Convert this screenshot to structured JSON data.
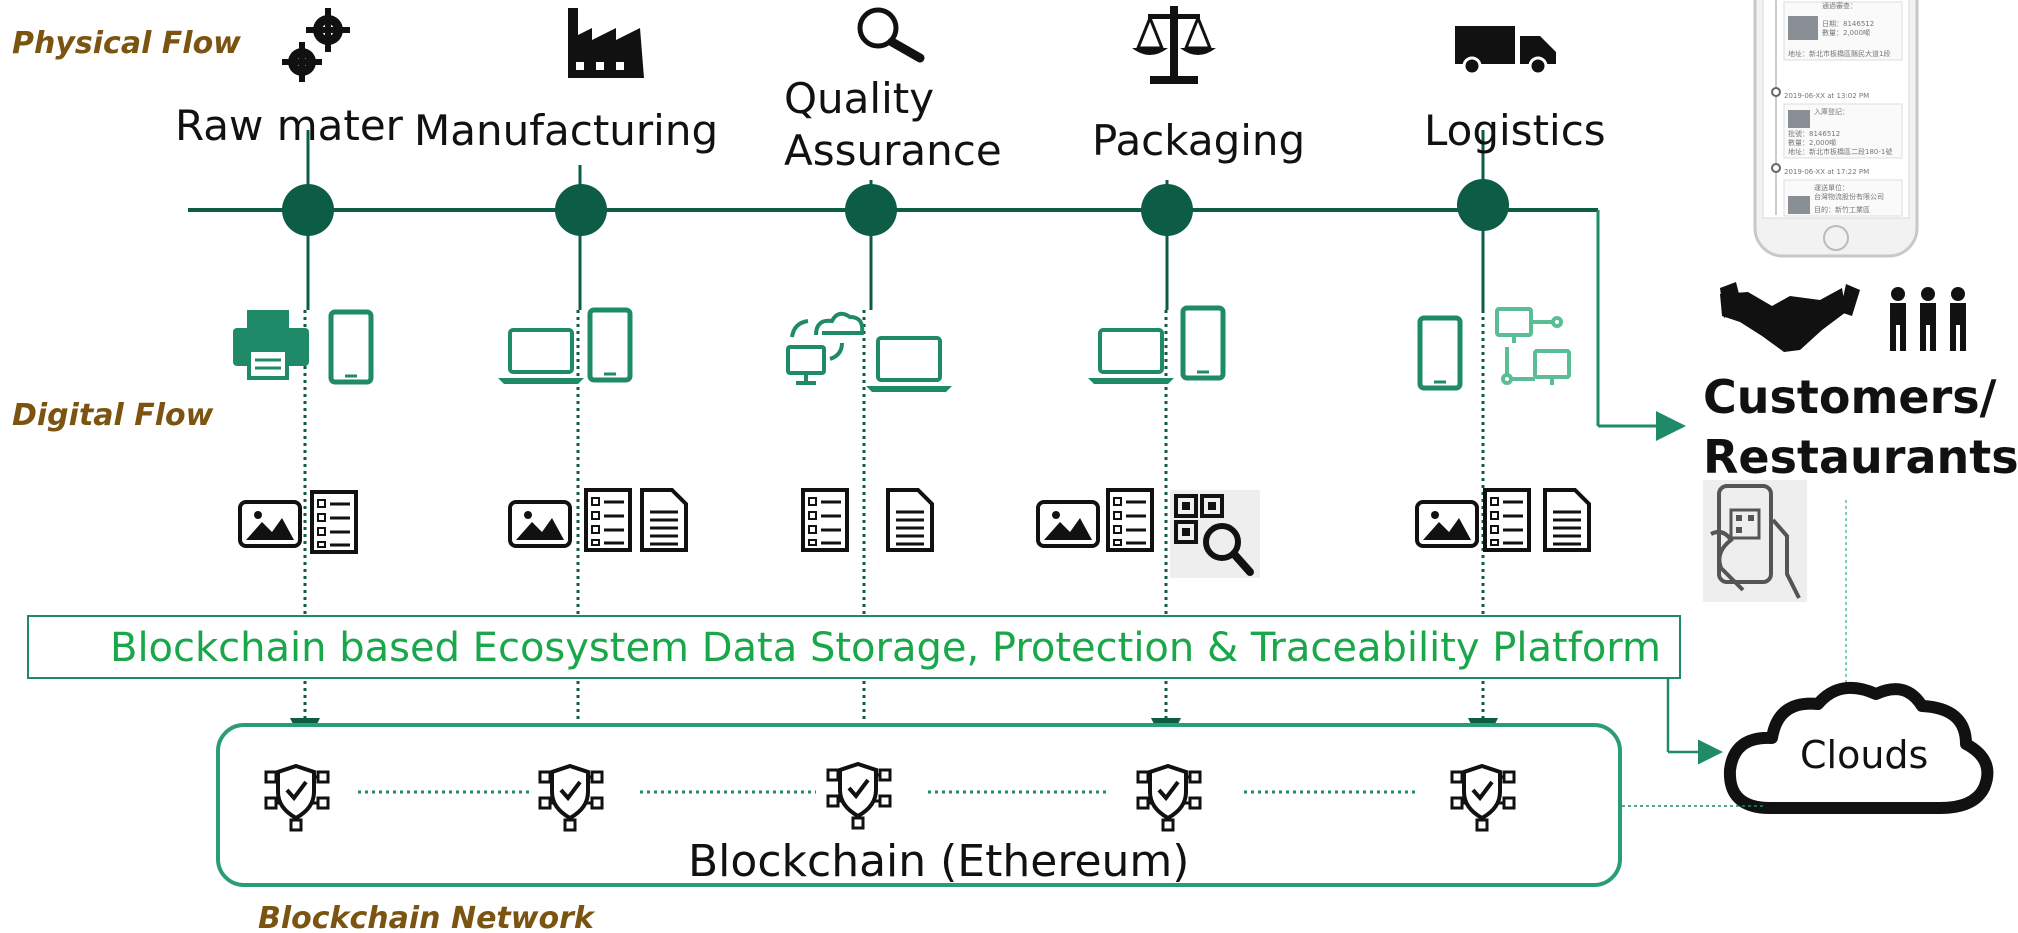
{
  "labels": {
    "physical_flow": "Physical Flow",
    "digital_flow": "Digital Flow",
    "blockchain_network": "Blockchain Network",
    "banner": "Blockchain based Ecosystem Data Storage, Protection & Traceability Platform",
    "blockchain": "Blockchain (Ethereum)",
    "customers_line1": "Customers/",
    "customers_line2": "Restaurants",
    "clouds": "Clouds"
  },
  "stages": [
    {
      "line1": "Raw mater",
      "line2": "",
      "icon": "gears-icon"
    },
    {
      "line1": "Manufacturing",
      "line2": "",
      "icon": "factory-icon"
    },
    {
      "line1": "Quality",
      "line2": "Assurance",
      "icon": "magnifier-icon"
    },
    {
      "line1": "Packaging",
      "line2": "",
      "icon": "scale-icon"
    },
    {
      "line1": "Logistics",
      "line2": "",
      "icon": "truck-icon"
    }
  ],
  "phone_screen": {
    "entries": [
      {
        "date": "",
        "l1": "通過審查：",
        "l2": "日期：8146512",
        "l3": "數量：2,000噸",
        "l4": "地址：新北市板橋區縣民大道1段"
      },
      {
        "date": "2019-06-XX at 13:02 PM",
        "l1": "入庫登記：",
        "l2": "批號：8146512",
        "l3": "數量：2,000噸",
        "l4": "地址：新北市板橋區二段180-1號"
      },
      {
        "date": "2019-06-XX at 17:22 PM",
        "l1": "運送單位：",
        "l2": "台灣物流股份有限公司",
        "l3": "",
        "l4": "目的：新竹工業區"
      }
    ]
  },
  "colors": {
    "dark_green": "#0d5c45",
    "teal": "#1e8a68",
    "bright_green": "#1aa74a",
    "label_brown": "#7a5410"
  }
}
